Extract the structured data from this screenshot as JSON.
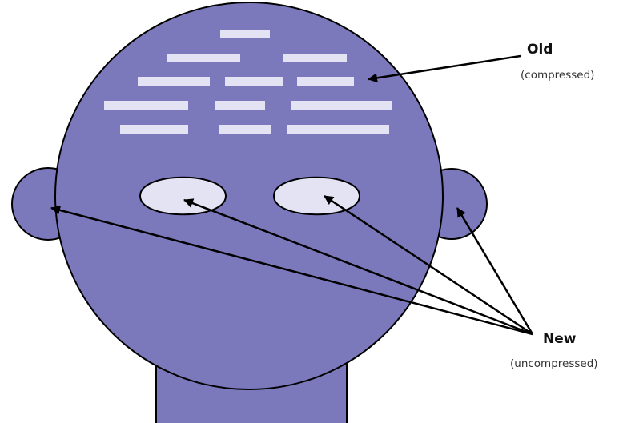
{
  "labels": {
    "old": {
      "title": "Old",
      "subtitle": "(compressed)"
    },
    "new": {
      "title": "New",
      "subtitle": "(uncompressed)"
    }
  },
  "colors": {
    "head_fill": "#7b79bb",
    "outline": "#000000",
    "stripe_fill": "#e4e3f3",
    "eye_fill": "#e4e3f3",
    "arrow": "#000000"
  }
}
